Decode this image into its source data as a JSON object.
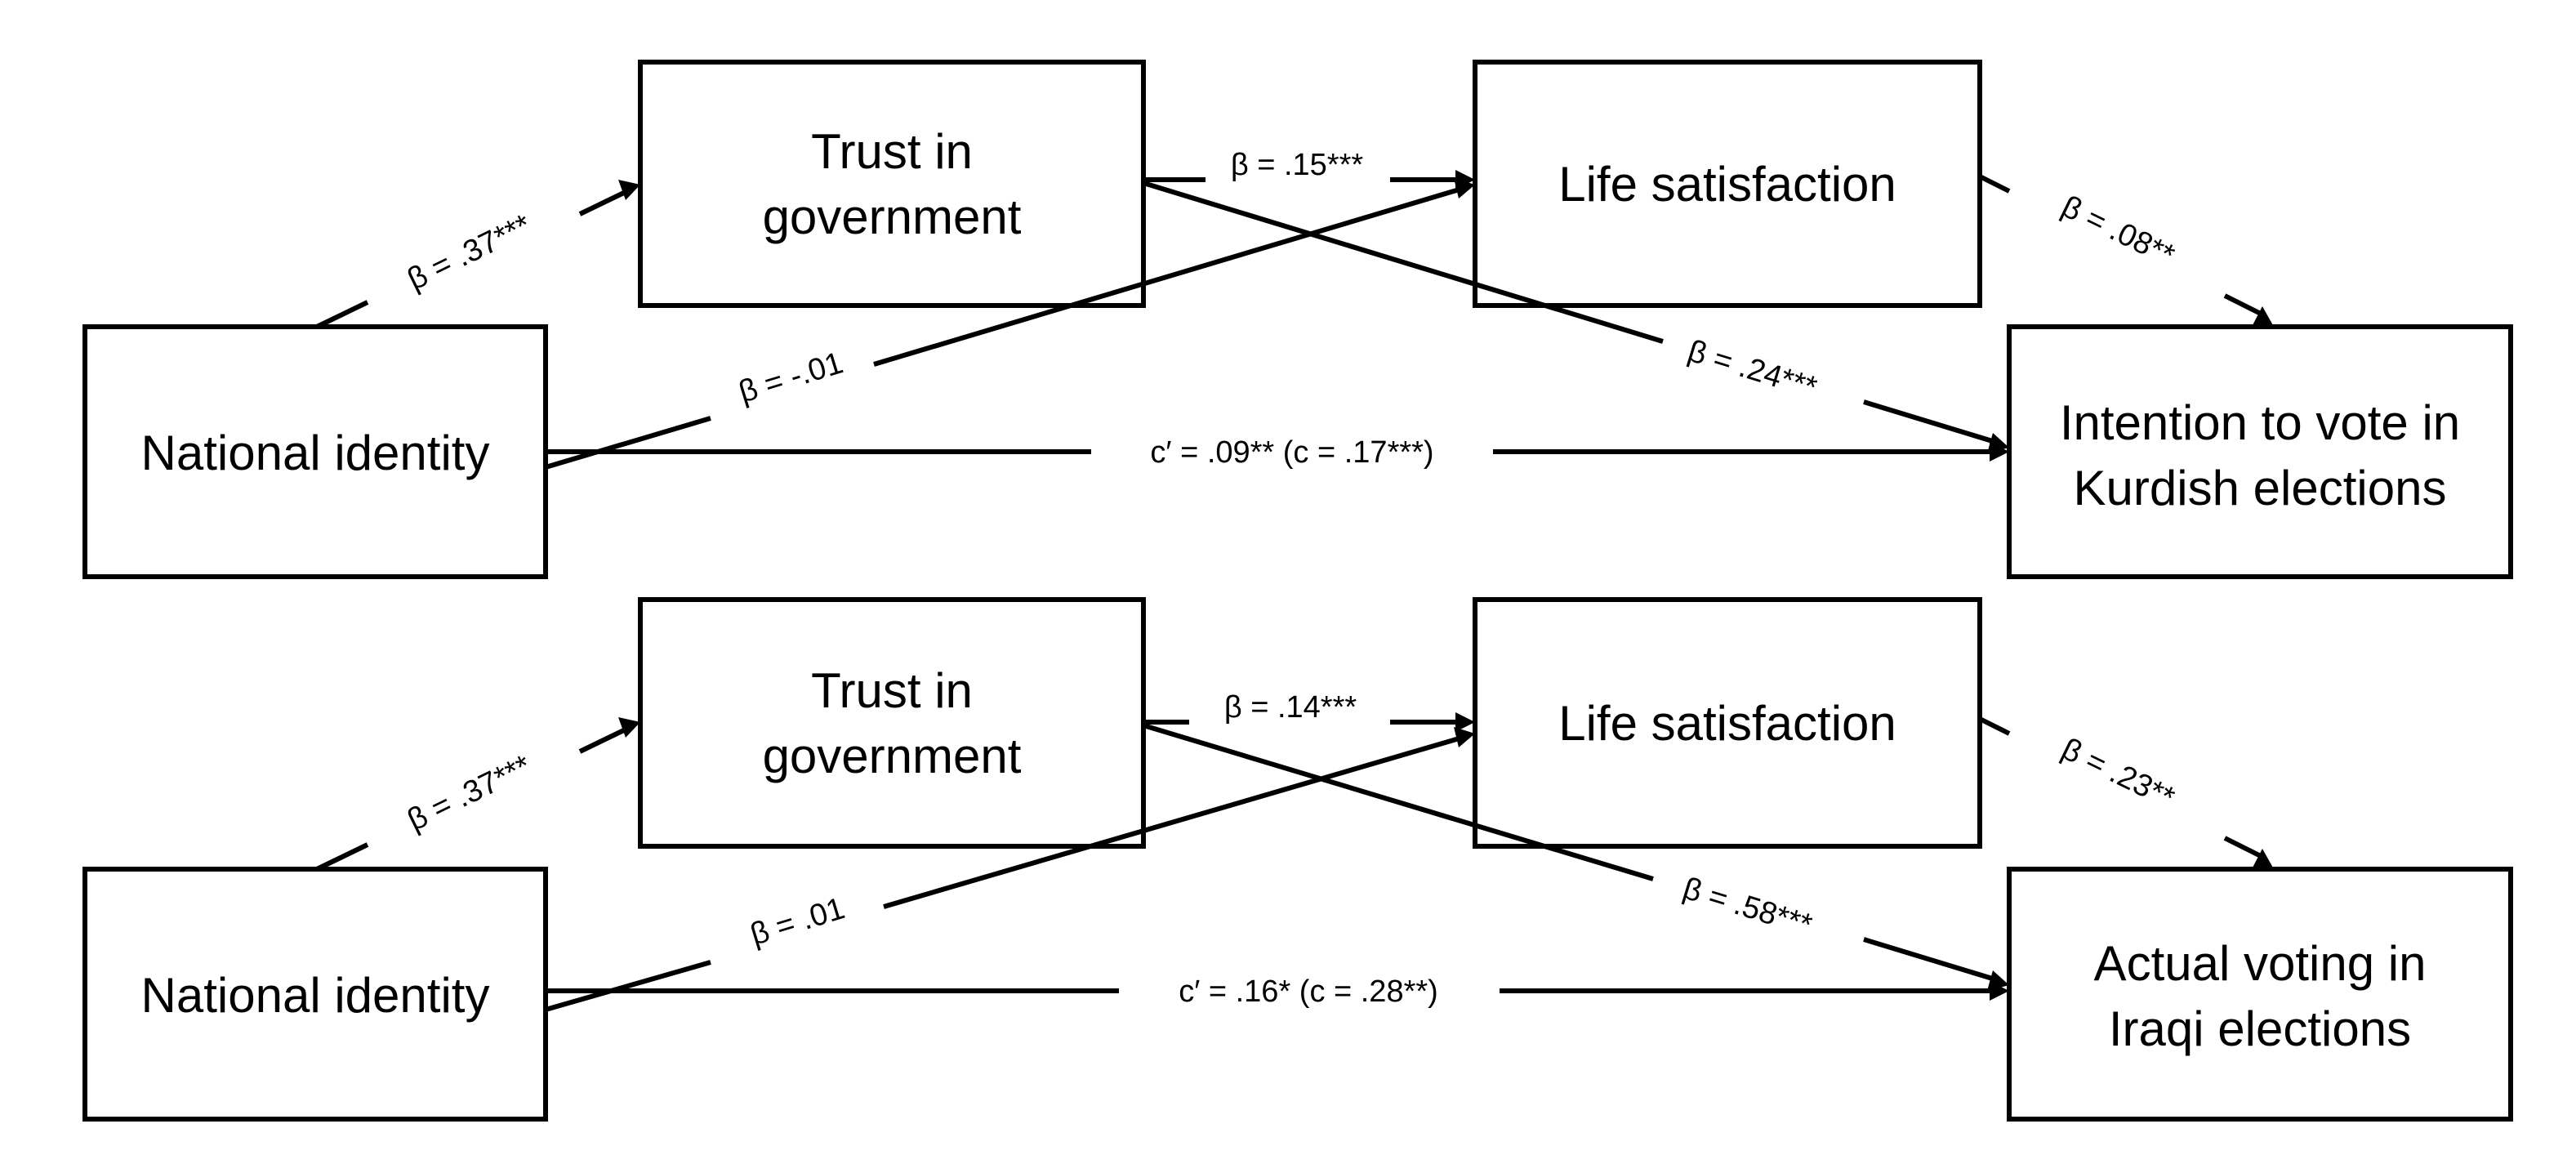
{
  "panels": [
    {
      "predictor": "National identity",
      "mediator_1": [
        "Trust in",
        "government"
      ],
      "mediator_2": "Life satisfaction",
      "outcome": [
        "Intention to vote in",
        "Kurdish elections"
      ],
      "coefficients": {
        "identity_to_trust": "β = .37***",
        "identity_to_life": "β = -.01",
        "trust_to_life": "β = .15***",
        "trust_to_outcome": "β = .24***",
        "life_to_outcome": "β = .08**",
        "direct": "c′ = .09** (c = .17***)"
      }
    },
    {
      "predictor": "National identity",
      "mediator_1": [
        "Trust in",
        "government"
      ],
      "mediator_2": "Life satisfaction",
      "outcome": [
        "Actual voting in",
        "Iraqi elections"
      ],
      "coefficients": {
        "identity_to_trust": "β = .37***",
        "identity_to_life": "β = .01",
        "trust_to_life": "β = .14***",
        "trust_to_outcome": "β = .58***",
        "life_to_outcome": "β = .23**",
        "direct": "c′ = .16* (c = .28**)"
      }
    }
  ]
}
